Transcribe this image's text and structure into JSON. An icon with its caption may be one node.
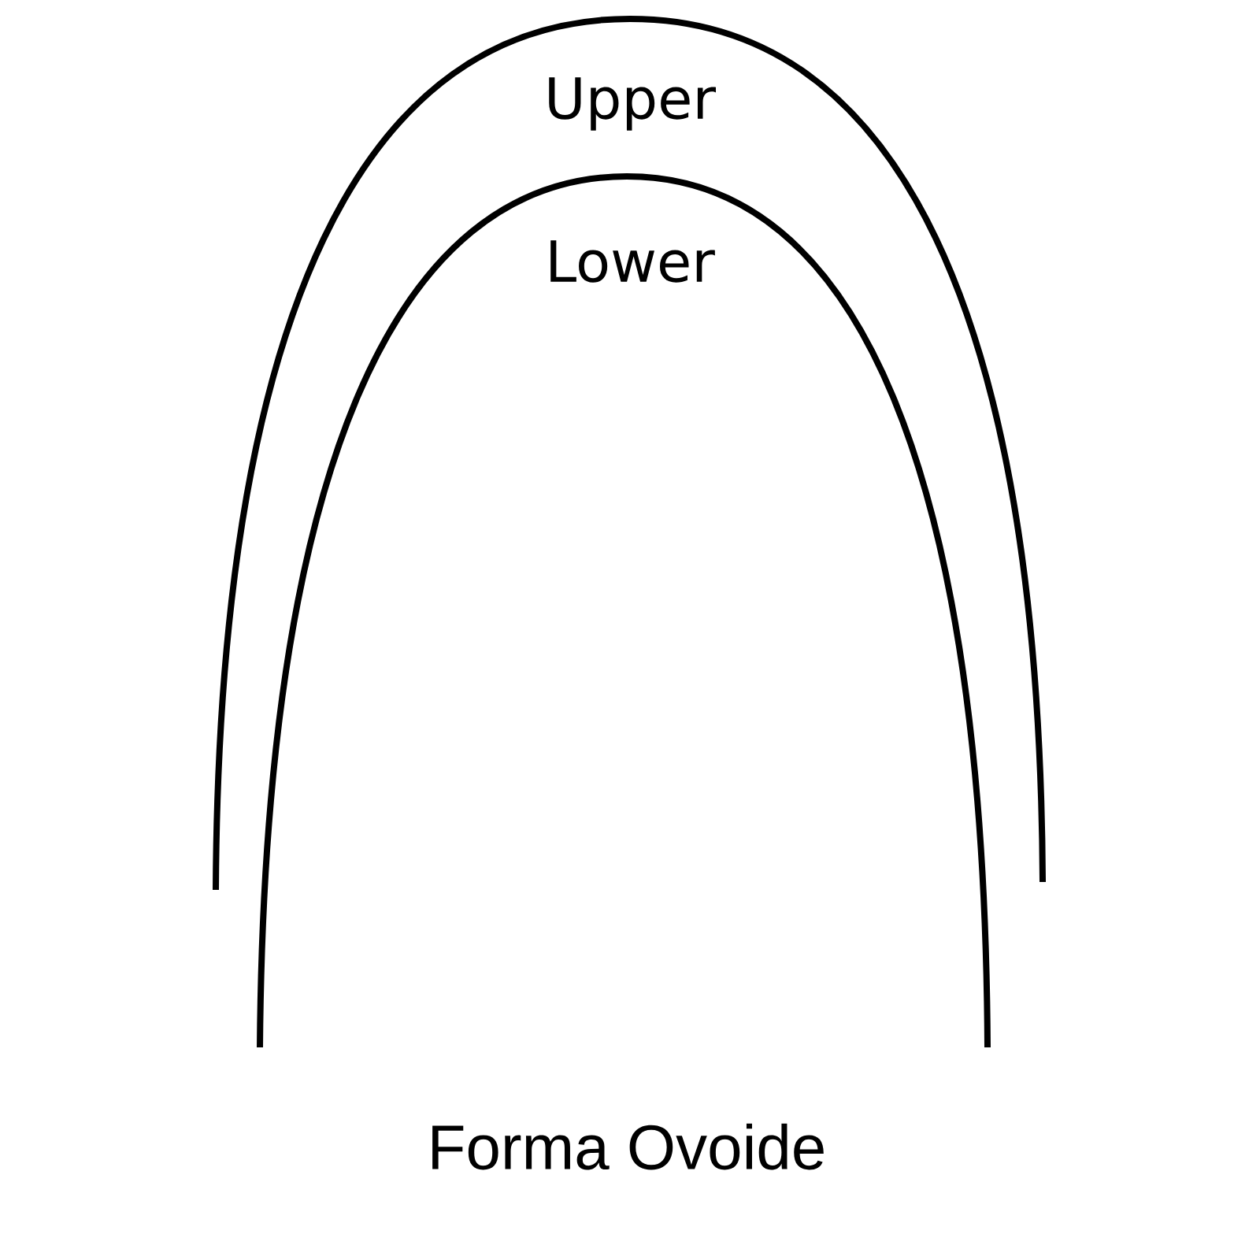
{
  "diagram": {
    "caption": "Forma Ovoide",
    "labels": [
      "Upper",
      "Lower"
    ]
  }
}
